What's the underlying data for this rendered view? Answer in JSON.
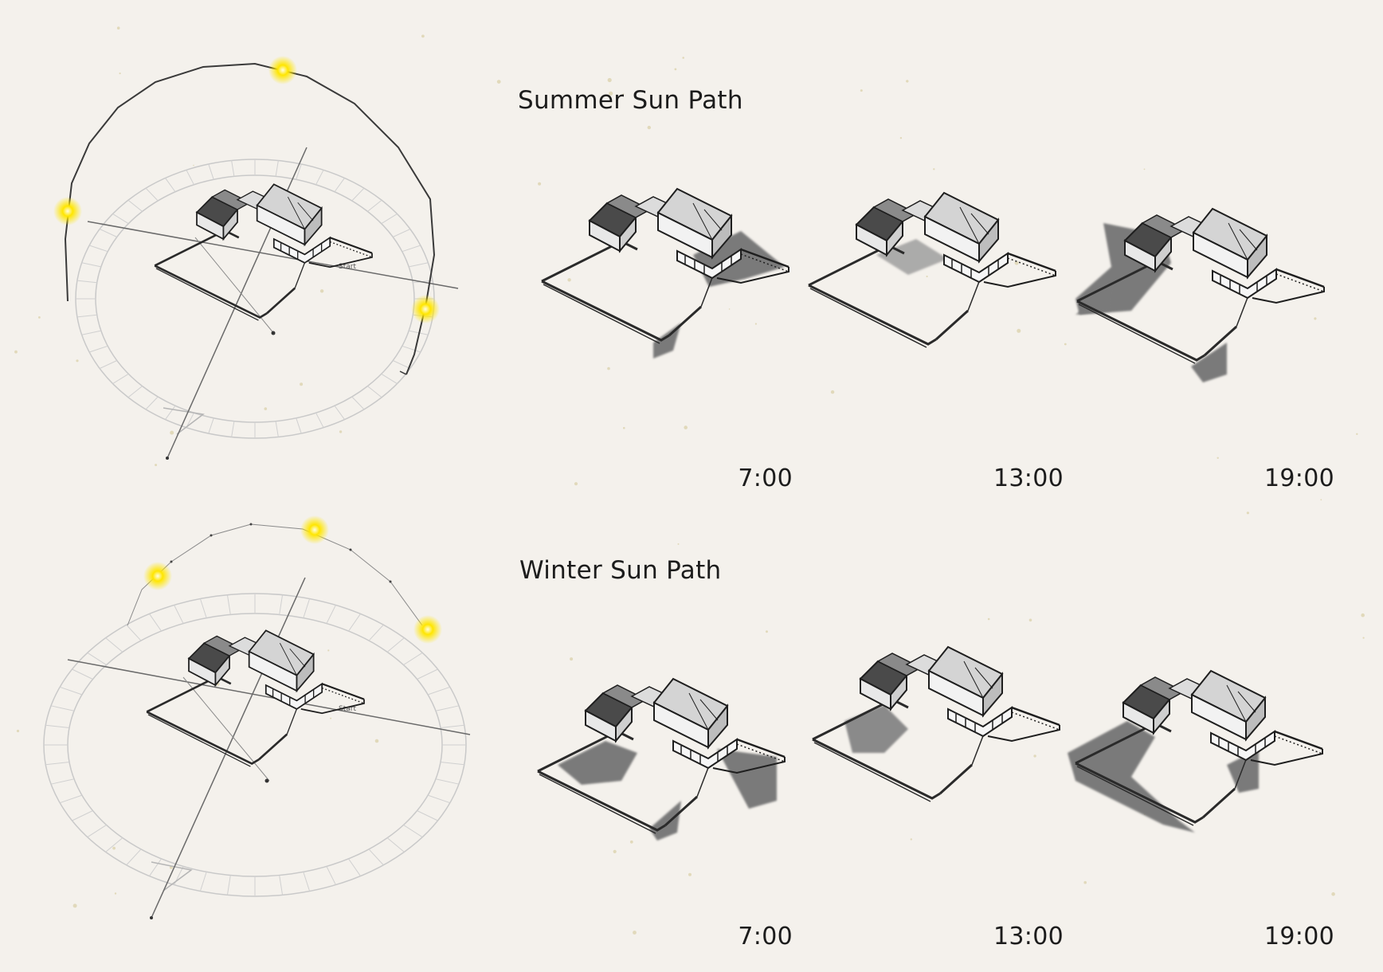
{
  "sections": [
    {
      "title": "Summer Sun Path",
      "times": [
        "7:00",
        "13:00",
        "19:00"
      ]
    },
    {
      "title": "Winter Sun Path",
      "times": [
        "7:00",
        "13:00",
        "19:00"
      ]
    }
  ],
  "sun_color": "#ffe600",
  "ink_color": "#2a2a2a",
  "shadow_color": "#7a7a7a",
  "paper_color": "#f4f1ec"
}
